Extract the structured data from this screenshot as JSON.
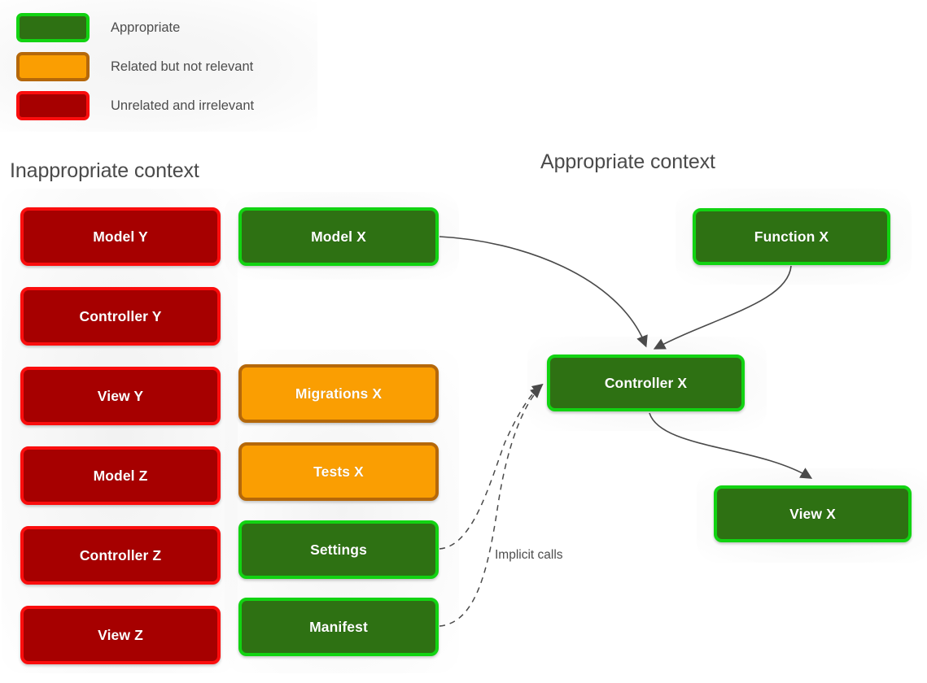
{
  "legend": {
    "items": [
      {
        "label": "Appropriate",
        "swatch": "green",
        "fill": "#2e7113",
        "stroke": "#12d312"
      },
      {
        "label": "Related but not relevant",
        "swatch": "orange",
        "fill": "#fa9e02",
        "stroke": "#b5680a"
      },
      {
        "label": "Unrelated and irrelevant",
        "swatch": "red",
        "fill": "#a60000",
        "stroke": "#fa0d0d"
      }
    ]
  },
  "sections": {
    "inappropriate_title": "Inappropriate context",
    "appropriate_title": "Appropriate context"
  },
  "nodes": {
    "left_column": [
      {
        "label": "Model Y",
        "kind": "red"
      },
      {
        "label": "Controller Y",
        "kind": "red"
      },
      {
        "label": "View Y",
        "kind": "red"
      },
      {
        "label": "Model Z",
        "kind": "red"
      },
      {
        "label": "Controller Z",
        "kind": "red"
      },
      {
        "label": "View Z",
        "kind": "red"
      }
    ],
    "middle_column": [
      {
        "label": "Model X",
        "kind": "green"
      },
      {
        "label": "Migrations X",
        "kind": "orange"
      },
      {
        "label": "Tests X",
        "kind": "orange"
      },
      {
        "label": "Settings",
        "kind": "green"
      },
      {
        "label": "Manifest",
        "kind": "green"
      }
    ],
    "right_column": [
      {
        "label": "Function X",
        "kind": "green"
      },
      {
        "label": "Controller X",
        "kind": "green"
      },
      {
        "label": "View X",
        "kind": "green"
      }
    ]
  },
  "edges": {
    "implicit_calls_label": "Implicit calls",
    "connections": [
      {
        "from": "Model X",
        "to": "Controller X",
        "style": "solid"
      },
      {
        "from": "Function X",
        "to": "Controller X",
        "style": "solid"
      },
      {
        "from": "Controller X",
        "to": "View X",
        "style": "solid"
      },
      {
        "from": "Settings",
        "to": "Controller X",
        "style": "dashed"
      },
      {
        "from": "Manifest",
        "to": "Controller X",
        "style": "dashed"
      }
    ]
  },
  "colors": {
    "arrow": "#4a4a4a",
    "heading_text": "#4a4a4a",
    "legend_text": "#4d4d4d",
    "background": "#ffffff"
  }
}
